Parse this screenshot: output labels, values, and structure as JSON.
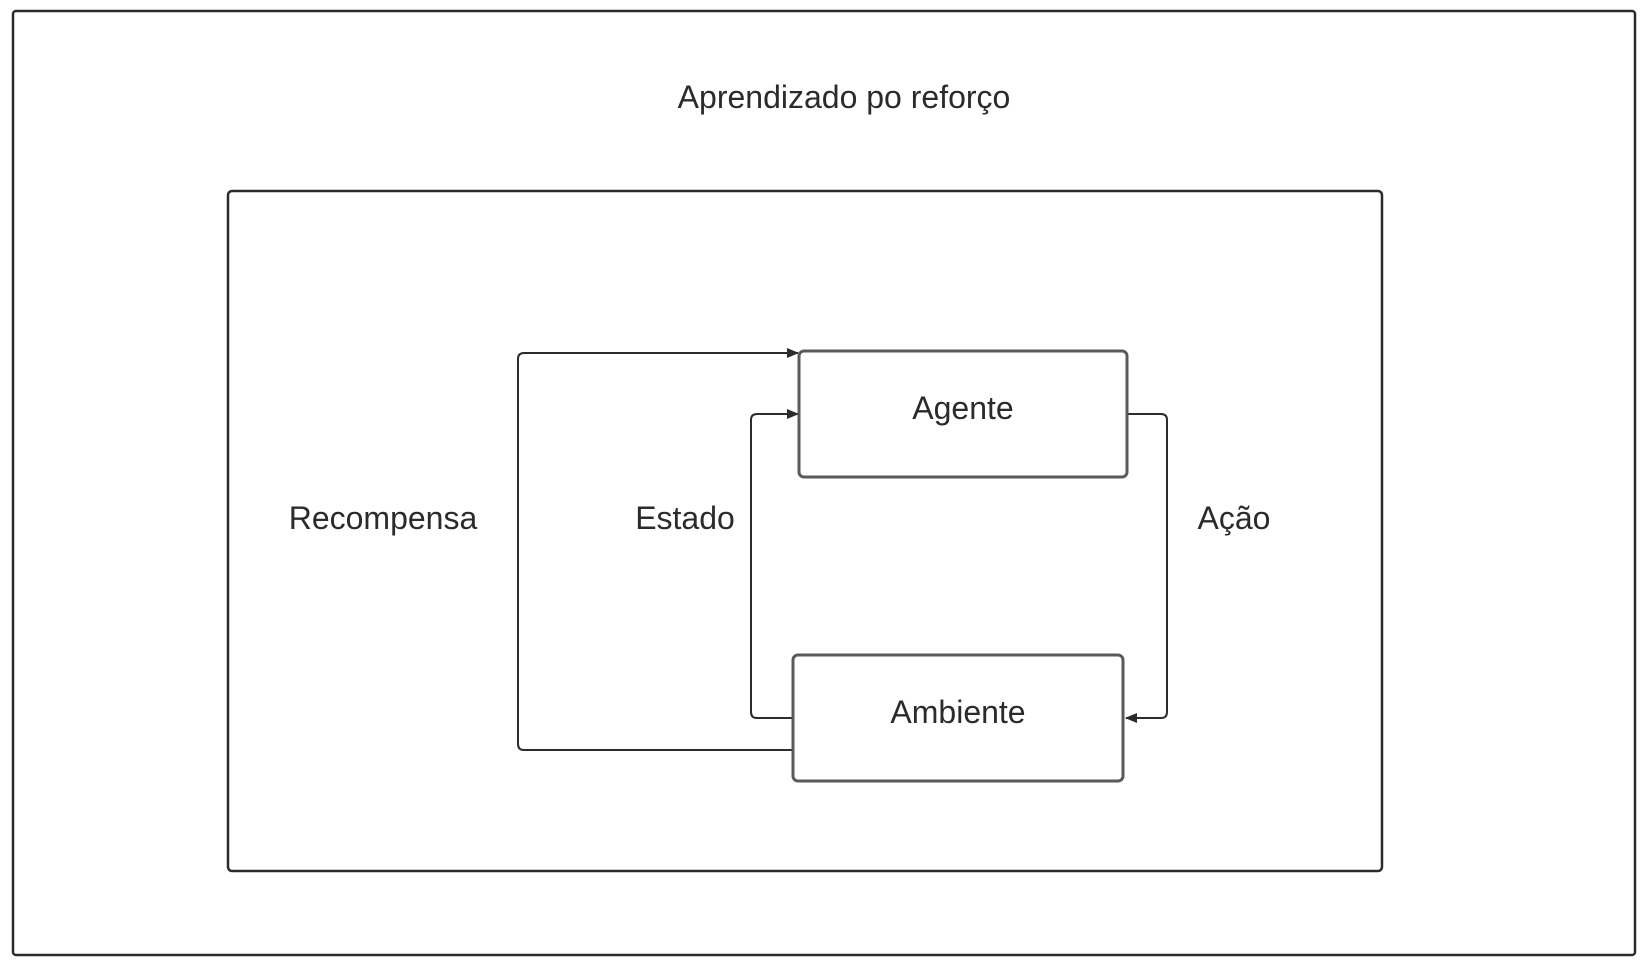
{
  "diagram": {
    "title": "Aprendizado po reforço",
    "nodes": {
      "agent": "Agente",
      "environment": "Ambiente"
    },
    "edge_labels": {
      "reward": "Recompensa",
      "state": "Estado",
      "action": "Ação"
    },
    "colors": {
      "stroke": "#2b2b2b",
      "node_stroke": "#5a5a5a",
      "text": "#2b2b2b",
      "background": "#ffffff"
    }
  }
}
